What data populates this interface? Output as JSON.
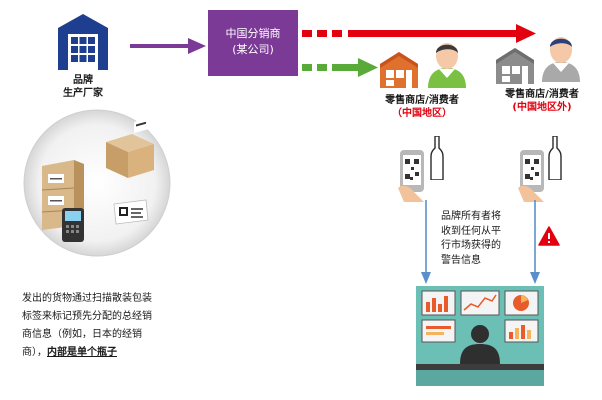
{
  "manufacturer": {
    "icon": "warehouse-icon",
    "label_line1": "品牌",
    "label_line2": "生产厂家"
  },
  "distributor": {
    "line1": "中国分销商",
    "line2": "(某公司)",
    "color": "#7b3a96"
  },
  "retailer_china": {
    "label": "零售商店/消费者",
    "region": "（中国地区）"
  },
  "retailer_outside": {
    "label": "零售商店/消费者",
    "region": "(中国地区外)"
  },
  "warning_text": {
    "line1": "品牌所有者将",
    "line2": "收到任何从平",
    "line3": "行市场获得的",
    "line4": "警告信息"
  },
  "description": {
    "line1": "发出的货物通过扫描散装包装",
    "line2": "标签来标记预先分配的总经销",
    "line3": "商信息（例如，日本的经销",
    "line4_prefix": "商），",
    "line4_strong": "内部是单个瓶子"
  },
  "colors": {
    "red": "#e3000f",
    "green": "#5aaa3a",
    "purple": "#7b3a96",
    "blue_arrow": "#5b8fc9",
    "navy": "#1e3f8f"
  },
  "icons": [
    "warehouse-icon",
    "store-icon",
    "person-icon",
    "phone-qr-icon",
    "bottle-icon",
    "warning-icon",
    "monitor-dashboard-icon",
    "barcode-scanner-icon",
    "box-label-icon"
  ]
}
